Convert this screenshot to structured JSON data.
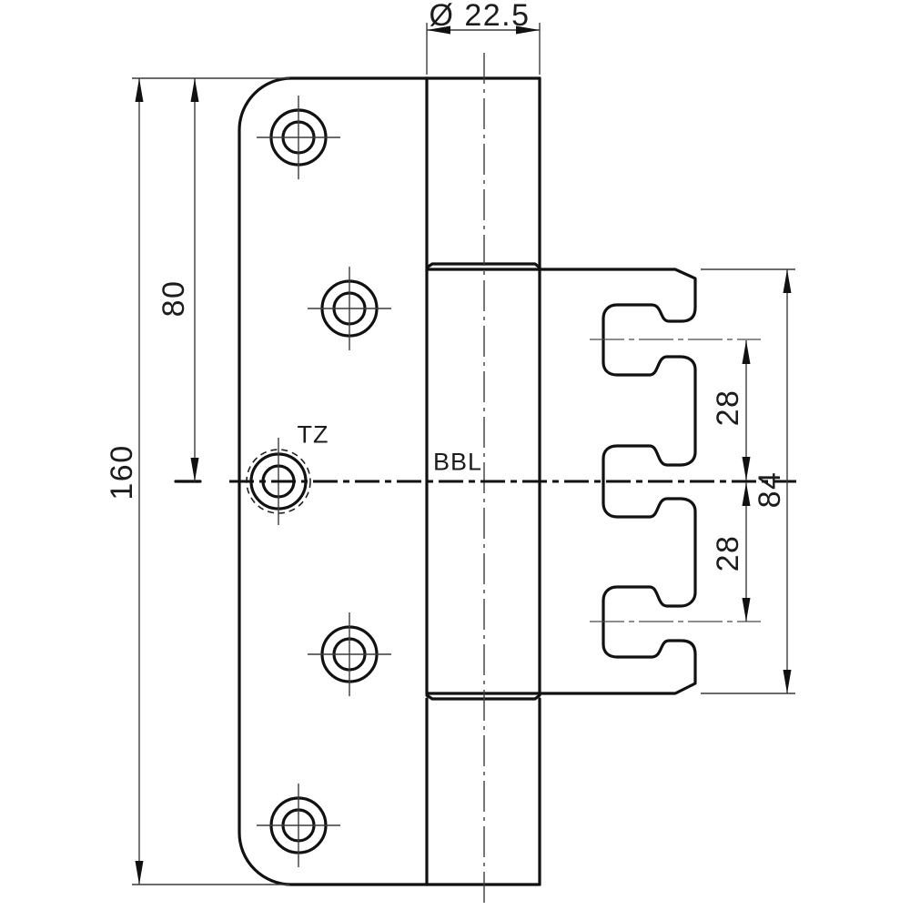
{
  "drawing": {
    "type": "technical-drawing-hinge",
    "colors": {
      "background": "#ffffff",
      "outline": "#111111",
      "thin_lines": "#3c3c3c",
      "text": "#1c1c1c"
    },
    "dimensions": {
      "barrel_diameter": "Ø 22.5",
      "total_height": "160",
      "center_offset": "80",
      "hook_pitch_upper": "28",
      "hook_pitch_lower": "28",
      "flange_height": "84"
    },
    "labels": {
      "tz": "TZ",
      "bbl": "BBL"
    }
  }
}
